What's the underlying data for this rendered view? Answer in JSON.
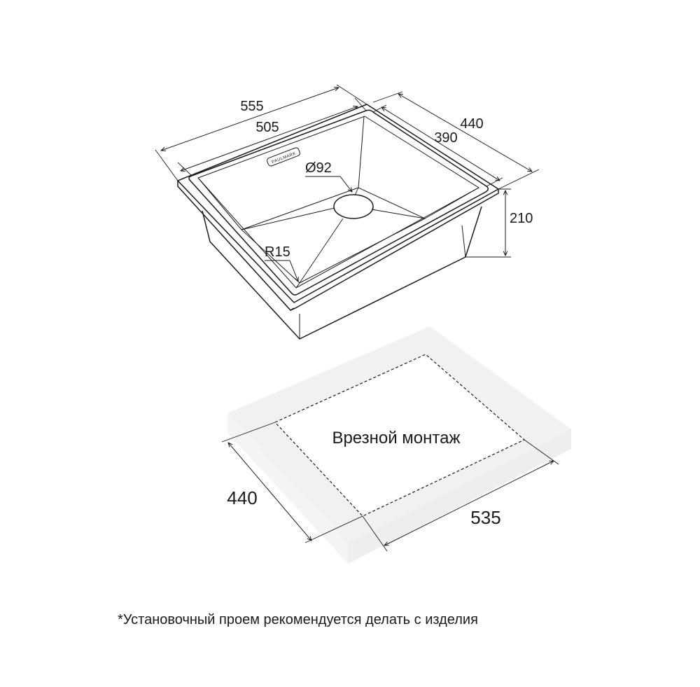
{
  "sink": {
    "dim_overall_length": "555",
    "dim_bowl_length": "505",
    "dim_overall_width": "440",
    "dim_bowl_width": "390",
    "dim_depth": "210",
    "dim_drain": "Ø92",
    "dim_radius": "R15",
    "logo_text": "PAULMARK"
  },
  "cutout": {
    "label": "Врезной монтаж",
    "dim_width": "440",
    "dim_length": "535"
  },
  "footnote": "*Установочный проем рекомендуется делать с изделия"
}
